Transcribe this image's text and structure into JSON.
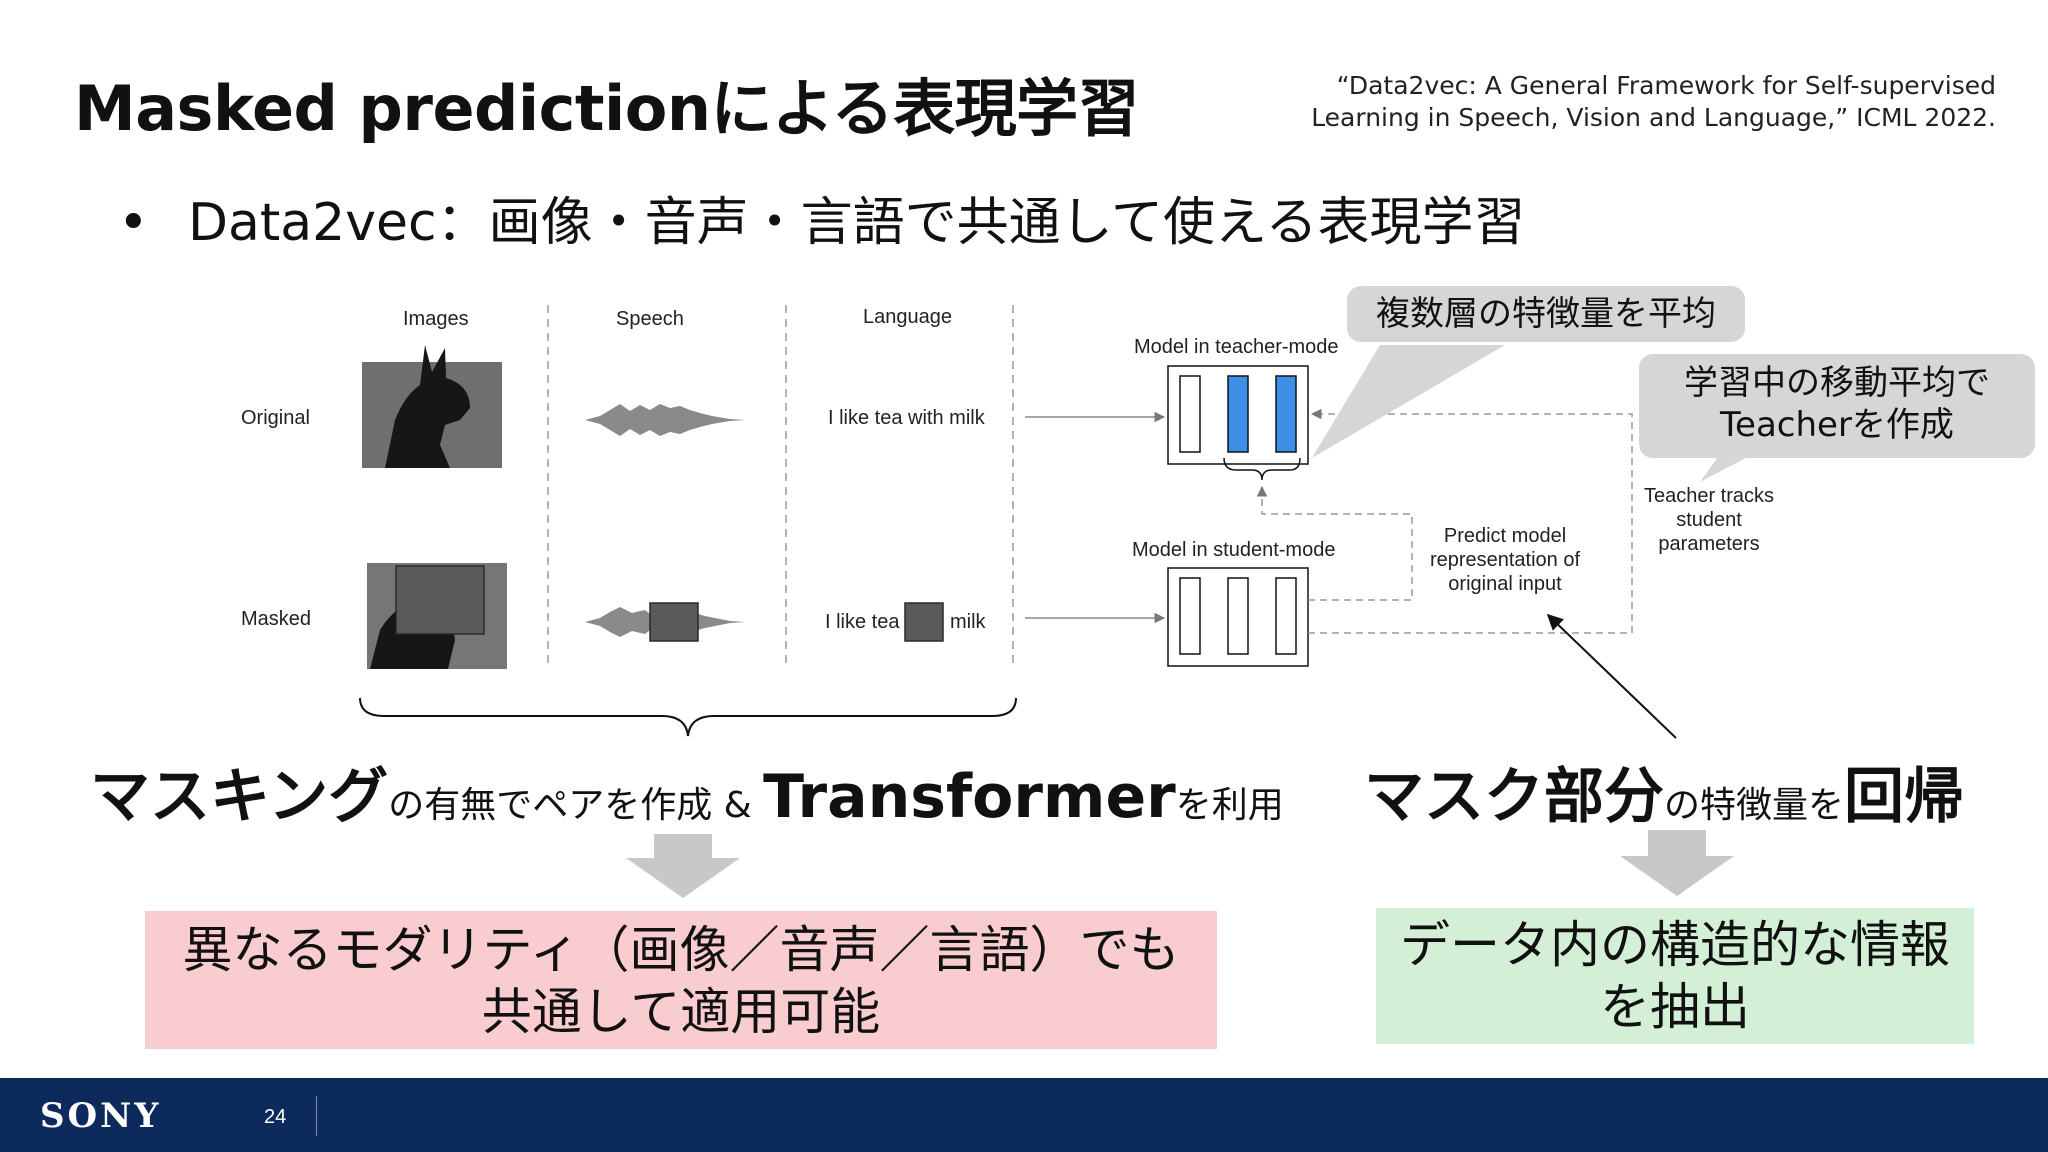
{
  "slide": {
    "title": "Masked predictionによる表現学習",
    "reference_line1": "“Data2vec: A General Framework for Self-supervised",
    "reference_line2": "Learning in Speech, Vision and Language,” ICML 2022.",
    "bullet_text": "Data2vec：画像・音声・言語で共通して使える表現学習"
  },
  "figure": {
    "col_images": "Images",
    "col_speech": "Speech",
    "col_language": "Language",
    "row_original": "Original",
    "row_masked": "Masked",
    "orig_sentence": "I like tea with milk",
    "masked_left": "I like tea",
    "masked_right": "milk",
    "teacher_label": "Model in teacher-mode",
    "student_label": "Model in student-mode",
    "predict_line1": "Predict model",
    "predict_line2": "representation of",
    "predict_line3": "original input",
    "tracks_line1": "Teacher tracks",
    "tracks_line2": "student",
    "tracks_line3": "parameters",
    "callout_avg": "複数層の特徴量を平均",
    "callout_ema_line1": "学習中の移動平均で",
    "callout_ema_line2": "Teacherを作成",
    "colors": {
      "blue": "#3d8ee6",
      "mask": "#5a5a5a",
      "callout": "#d6d6d6"
    }
  },
  "bottom": {
    "left_big1": "マスキング",
    "left_small1": "の有無でペアを作成 & ",
    "left_big2": "Transformer",
    "left_small2": "を利用",
    "right_big1": "マスク部分",
    "right_small1": "の特徴量を",
    "right_big2": "回帰",
    "result_left_line1": "異なるモダリティ（画像／音声／言語）でも",
    "result_left_line2": "共通して適用可能",
    "result_right_line1": "データ内の構造的な情報",
    "result_right_line2": "を抽出",
    "colors": {
      "pink": "#f9cdd0",
      "green": "#d3efd6",
      "arrow": "#c8c8c8"
    }
  },
  "footer": {
    "logo": "SONY",
    "page_number": "24",
    "color": "#0d2a5c"
  }
}
